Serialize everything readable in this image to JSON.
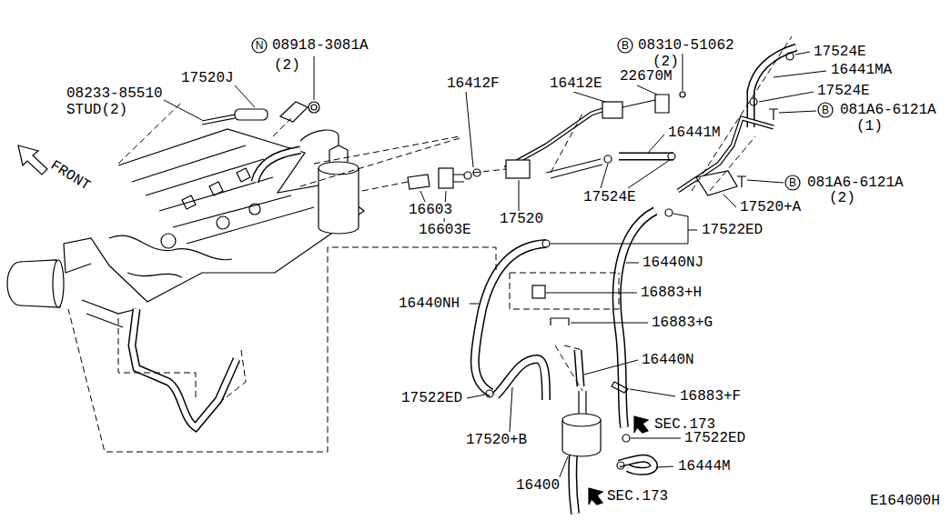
{
  "diagram": {
    "labels": [
      "N",
      "08918-3081A",
      "(2)",
      "17520J",
      "08233-85510",
      "STUD(2)",
      "FRONT",
      "16412F",
      "16412E",
      "22670M",
      "B",
      "08310-51062",
      "(2)",
      "17524E",
      "16441MA",
      "17524E",
      "B",
      "081A6-6121A",
      "(1)",
      "16441M",
      "16603",
      "16603E",
      "17520",
      "17524E",
      "B",
      "081A6-6121A",
      "(2)",
      "17520+A",
      "17522ED",
      "16440NJ",
      "16883+H",
      "16440NH",
      "16883+G",
      "16440N",
      "17522ED",
      "16883+F",
      "SEC.173",
      "17522ED",
      "17520+B",
      "16444M",
      "16400",
      "SEC.173",
      "E164000H"
    ]
  }
}
